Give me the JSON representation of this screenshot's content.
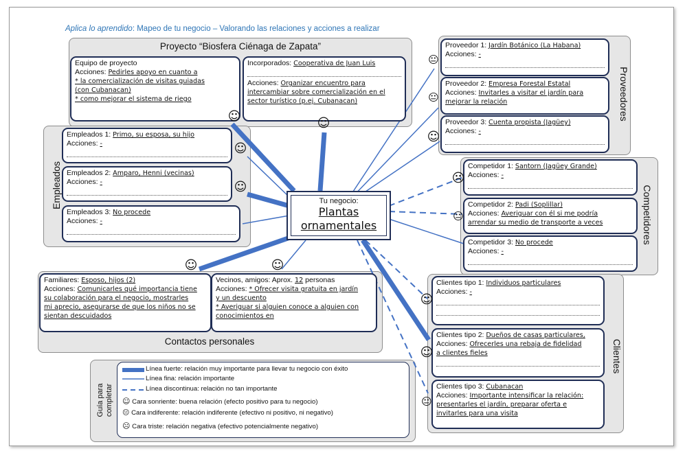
{
  "header": {
    "prefix": "Aplica lo aprendido",
    "title": ": Mapeo de tu negocio – Valorando las relaciones y acciones a realizar"
  },
  "center": {
    "label": "Tu negocio:",
    "name_line1": "Plantas",
    "name_line2": "ornamentales"
  },
  "groups": {
    "proyecto": "Proyecto “Biosfera Ciénaga de Zapata”",
    "proveedores": "Proveedores",
    "competidores": "Competidores",
    "empleados": "Empleados",
    "contactos": "Contactos personales",
    "clientes": "Clientes",
    "guia": "Guía para completar"
  },
  "colors": {
    "line": "#4472c4",
    "card_border": "#1f2d55",
    "group_bg": "#e6e6e6",
    "header_text": "#2e75b6"
  },
  "cards": {
    "equipo": {
      "title": "Equipo de proyecto",
      "acc_label": "Acciones:",
      "l1": "Pedirles apoyo en cuanto a",
      "l2": "* la comercialización de visitas guiadas",
      "l3": "(con Cubanacan)",
      "l4": "* como mejorar el sistema de riego"
    },
    "incorporados": {
      "label": "Incorporados:",
      "value": "Cooperativa de Juan Luis",
      "acc_label": "Acciones:",
      "l1": "Organizar encuentro para",
      "l2": "intercambiar sobre comercialización en el",
      "l3": "sector turístico (p.ej. Cubanacan)"
    },
    "prov1": {
      "label": "Proveedor 1:",
      "value": "Jardín Botánico (La Habana)",
      "acc_label": "Acciones:",
      "acc": "-"
    },
    "prov2": {
      "label": "Proveedor 2:",
      "value": "Empresa Forestal Estatal",
      "acc_label": "Acciones:",
      "l1": "Invitarles a visitar el jardín para",
      "l2": "mejorar la relación"
    },
    "prov3": {
      "label": "Proveedor 3:",
      "value": "Cuenta propista (Jagüey)",
      "acc_label": "Acciones:",
      "acc": "-"
    },
    "comp1": {
      "label": "Competidor 1:",
      "value": "Santorn (Jagüey Grande)",
      "acc_label": "Acciones:",
      "acc": "-"
    },
    "comp2": {
      "label": "Competidor 2:",
      "value": "Padi (Soplillar)",
      "acc_label": "Acciones:",
      "l1": "Averiguar con él si me podría",
      "l2": "arrendar su medio de transporte a veces"
    },
    "comp3": {
      "label": "Competidor 3:",
      "value": "No procede",
      "acc_label": "Acciones:",
      "acc": "-"
    },
    "emp1": {
      "label": "Empleados 1:",
      "value": "Primo, su esposa, su hijo",
      "acc_label": "Acciones:",
      "acc": "-"
    },
    "emp2": {
      "label": "Empleados 2:",
      "value": "Amparo, Henni (vecinas)",
      "acc_label": "Acciones:",
      "acc": "-"
    },
    "emp3": {
      "label": "Empleados 3:",
      "value": "No procede",
      "acc_label": "Acciones:",
      "acc": "-"
    },
    "familiares": {
      "label": "Familiares:",
      "value": "Esposo, hijos (2)",
      "acc_label": "Acciones:",
      "l1": "Comunicarles qué importancia tiene",
      "l2": "su colaboración para el negocio, mostrarles",
      "l3": "mi aprecio, asegurarse de que los niños no se",
      "l4": "sientan descuidados"
    },
    "vecinos": {
      "label": "Vecinos, amigos:",
      "value_prefix": "Aprox. ",
      "value_num": "12",
      "value_suffix": " personas",
      "acc_label": "Acciones:",
      "l1": "* Ofrecer visita gratuita en jardín",
      "l2": "y un descuento",
      "l3": "* Averiguar si alguien conoce a alguien con",
      "l4": "conocimientos en"
    },
    "cli1": {
      "label": "Clientes tipo 1:",
      "value": "Individuos particulares",
      "acc_label": "Acciones:",
      "acc": "-"
    },
    "cli2": {
      "label": "Clientes tipo 2:",
      "value": "Dueños de casas particulares,",
      "acc_label": "Acciones:",
      "l1": "Ofrecerles una rebaja de fidelidad",
      "l2": "a clientes fieles"
    },
    "cli3": {
      "label": "Clientes tipo 3:",
      "value": "Cubanacan",
      "acc_label": "Acciones:",
      "l1": "Importante intensificar la relación:",
      "l2": "presentarles el jardín, preparar oferta e",
      "l3": "invitarles para una visita"
    }
  },
  "faces": {
    "smile": "☺",
    "neutral": "😐",
    "sad": "☹"
  },
  "legend": {
    "strong": "Línea fuerte: relación muy importante para llevar tu negocio con éxito",
    "thin": "Línea fina: relación importante",
    "dashed": "Línea discontinua: relación no tan importante",
    "smile": "Cara sonriente: buena relación (efecto positivo para tu negocio)",
    "neutral": "Cara indiferente: relación indiferente (efectivo ni positivo, ni negativo)",
    "sad": "Cara triste: relación negativa (efectivo potencialmente negativo)"
  }
}
